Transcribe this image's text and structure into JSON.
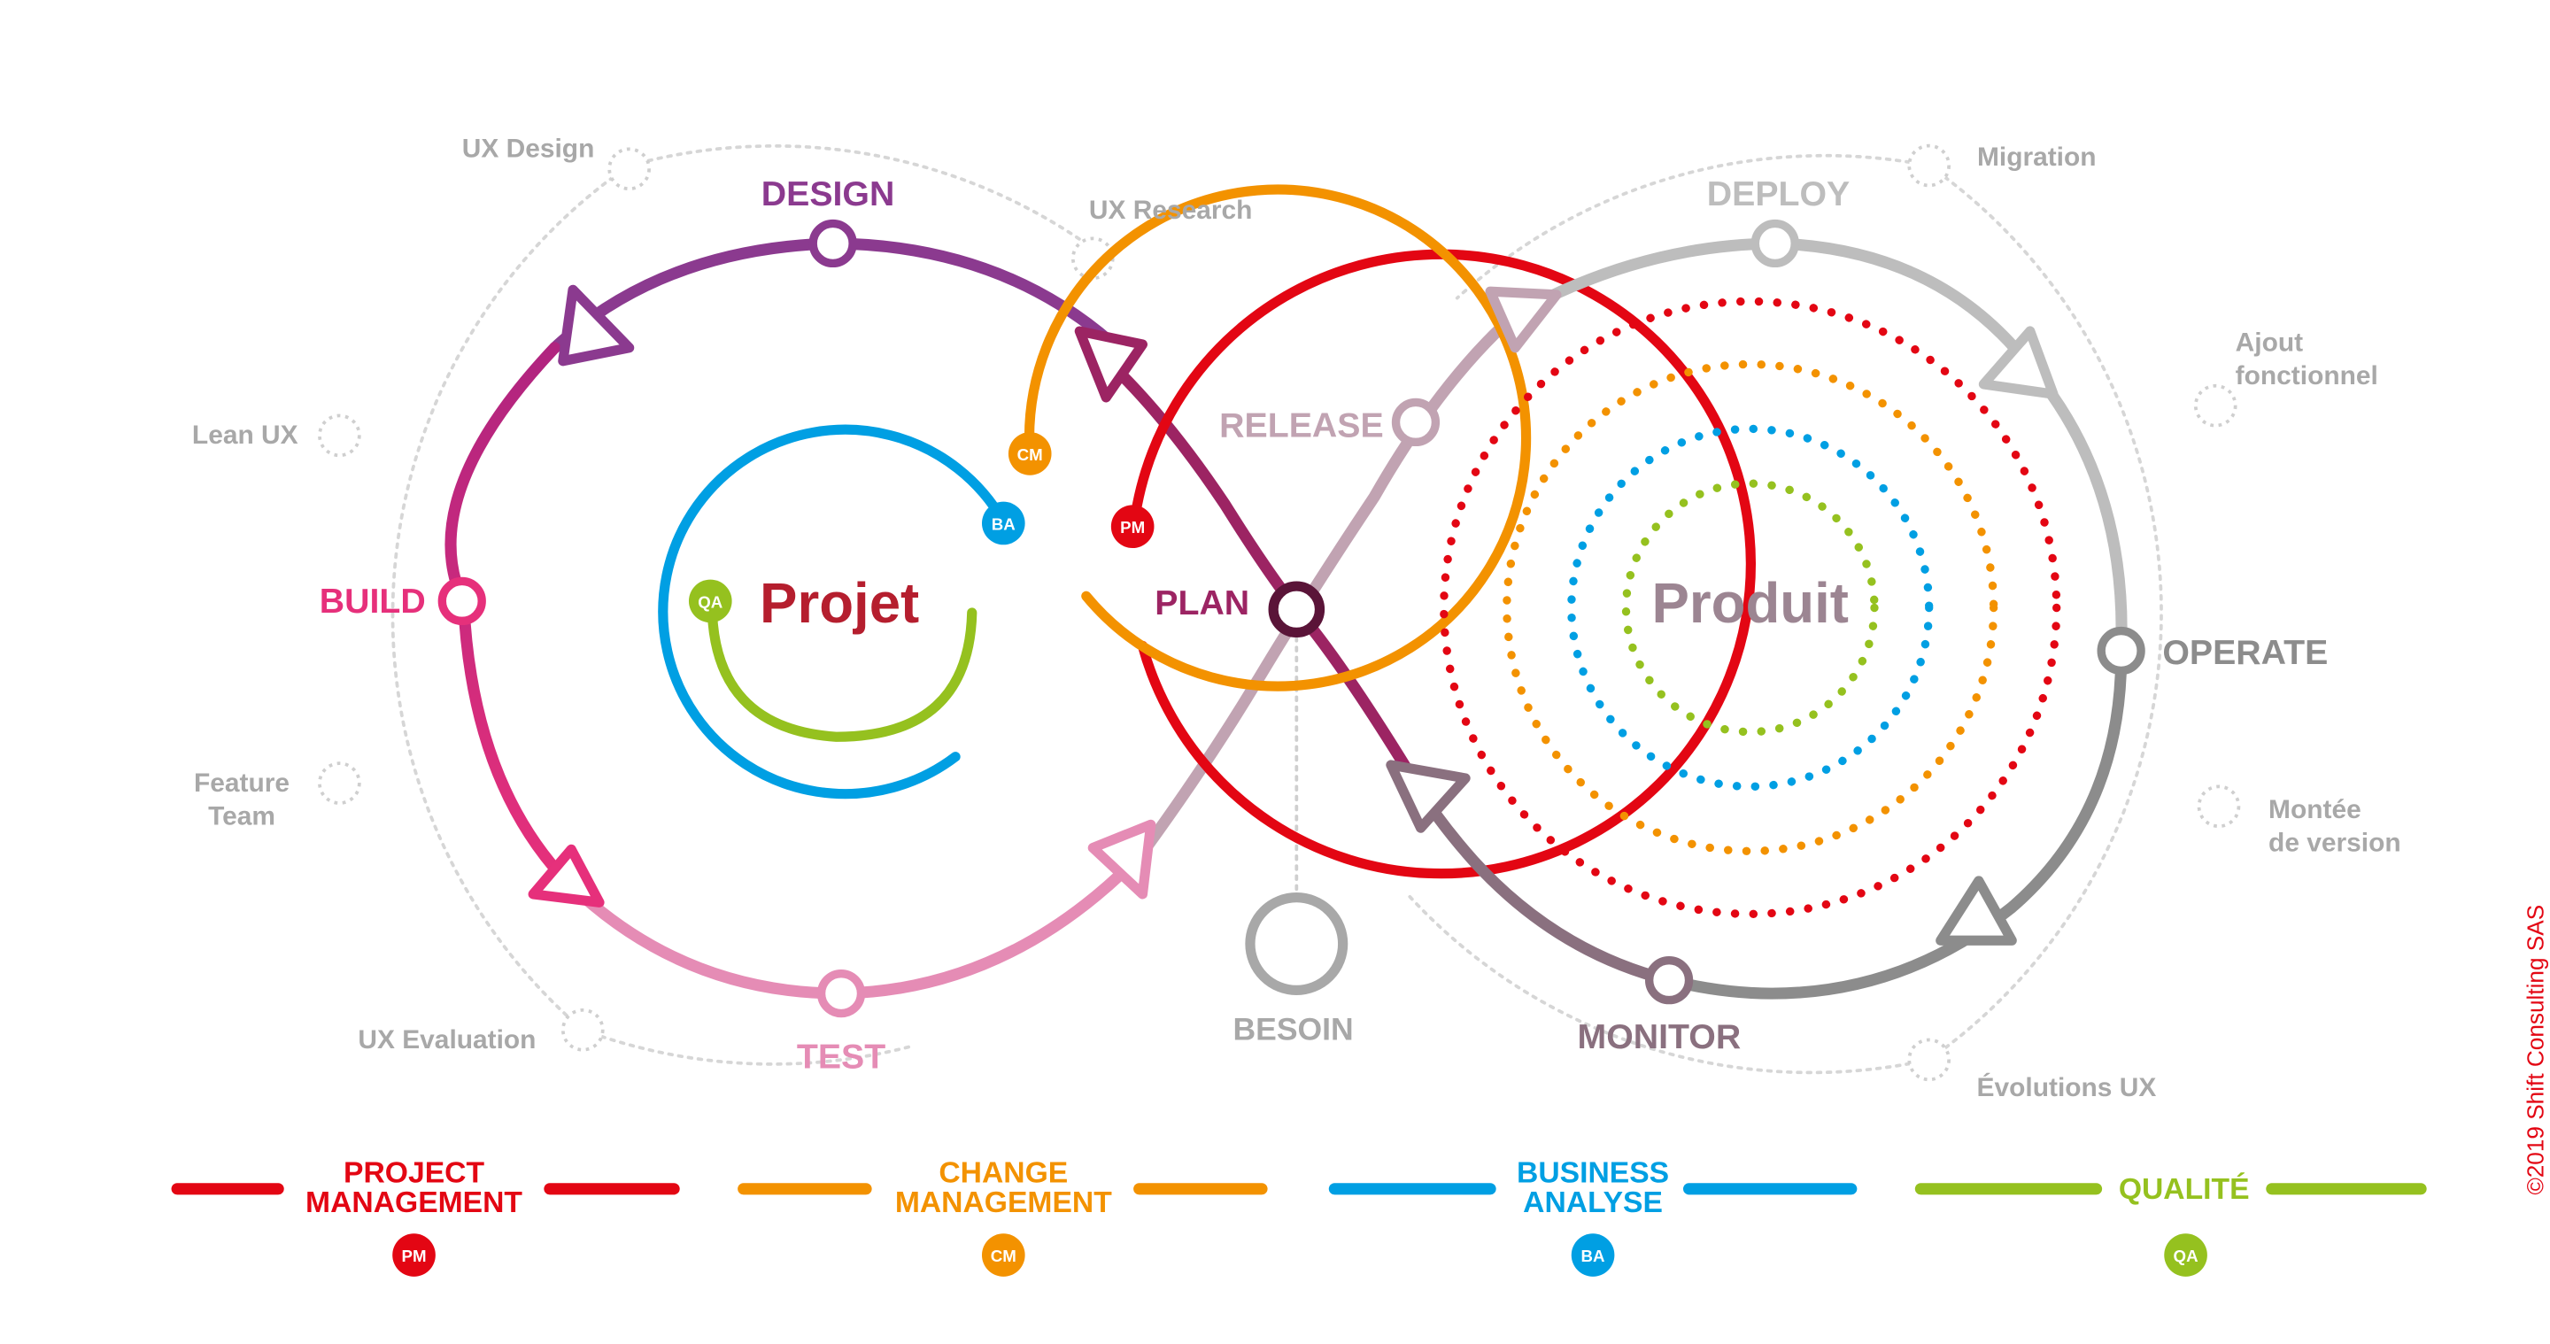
{
  "center": {
    "projet": "Projet",
    "produit": "Produit"
  },
  "phases": {
    "design": "DESIGN",
    "build": "BUILD",
    "test": "TEST",
    "plan": "PLAN",
    "release": "RELEASE",
    "deploy": "DEPLOY",
    "operate": "OPERATE",
    "monitor": "MONITOR",
    "besoin": "BESOIN"
  },
  "outer_labels": {
    "ux_design": "UX Design",
    "ux_research": "UX Research",
    "lean_ux": "Lean UX",
    "feature_team_1": "Feature",
    "feature_team_2": "Team",
    "ux_evaluation": "UX Evaluation",
    "migration": "Migration",
    "ajout_1": "Ajout",
    "ajout_2": "fonctionnel",
    "montee_1": "Montée",
    "montee_2": "de version",
    "evolutions_ux": "Évolutions UX"
  },
  "badges": {
    "pm": "PM",
    "cm": "CM",
    "ba": "BA",
    "qa": "QA"
  },
  "legend": [
    {
      "line1": "PROJECT",
      "line2": "MANAGEMENT",
      "badge": "PM",
      "color": "#e30613"
    },
    {
      "line1": "CHANGE",
      "line2": "MANAGEMENT",
      "badge": "CM",
      "color": "#f39200"
    },
    {
      "line1": "BUSINESS",
      "line2": "ANALYSE",
      "badge": "BA",
      "color": "#009fe3"
    },
    {
      "line1": "QUALITÉ",
      "line2": "",
      "badge": "QA",
      "color": "#95c11f"
    }
  ],
  "copyright": "©2019 Shift Consulting SAS",
  "colors": {
    "pm_red": "#e30613",
    "cm_orange": "#f39200",
    "ba_blue": "#009fe3",
    "qa_green": "#95c11f",
    "design_purple": "#8b3a8f",
    "build_pink": "#e6307b",
    "test_pink": "#e58cb5",
    "plan_magenta": "#9c2463",
    "release_mauve": "#c1a3b2",
    "deploy_grey": "#bdbdbd",
    "operate_grey": "#8c8c8c",
    "monitor_grey": "#8a707f",
    "label_grey": "#a8a8a8"
  }
}
